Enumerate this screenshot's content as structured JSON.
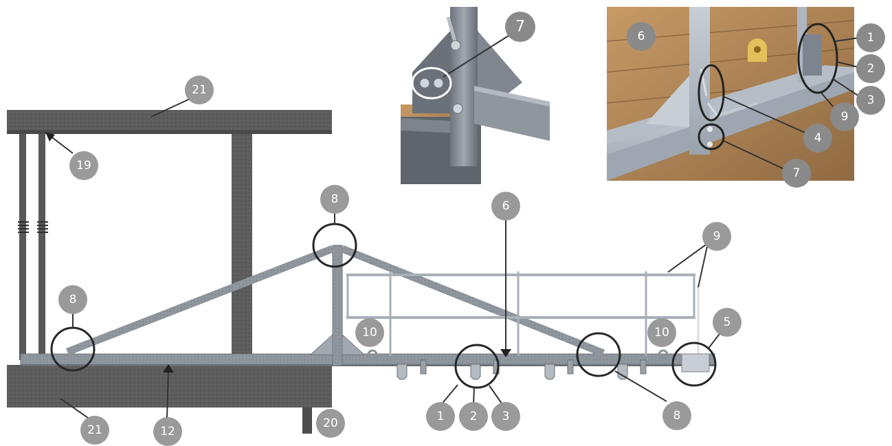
{
  "callouts": {
    "c21_top": "21",
    "c19": "19",
    "c8_top": "8",
    "c8_left": "8",
    "c8_right": "8",
    "c6_main": "6",
    "c9_main": "9",
    "c10_left": "10",
    "c10_right": "10",
    "c5": "5",
    "c1_bottom": "1",
    "c2_bottom": "2",
    "c3_bottom": "3",
    "c21_bottom": "21",
    "c12": "12",
    "c20": "20"
  },
  "inset_left": {
    "c7": "7"
  },
  "inset_right": {
    "c6": "6",
    "c1": "1",
    "c2": "2",
    "c3": "3",
    "c9": "9",
    "c4": "4",
    "c7": "7"
  },
  "colors": {
    "concrete": "#5b5b5b",
    "steel": "#8c939b",
    "steel_dark": "#5e656c",
    "rail": "#a9b0b8",
    "badge": "#9a9a9a",
    "ring": "#2b2b2b",
    "wood": "#b48a5a"
  }
}
